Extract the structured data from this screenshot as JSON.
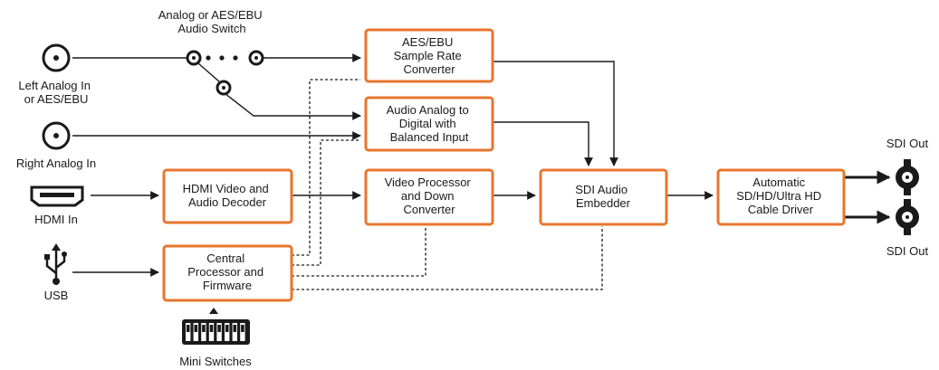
{
  "colors": {
    "box_border": "#e8762d",
    "line": "#1a1a1a",
    "background": "#ffffff"
  },
  "inputs": {
    "left_analog": [
      "Left Analog In",
      "or AES/EBU"
    ],
    "right_analog": [
      "Right Analog In"
    ],
    "hdmi": [
      "HDMI In"
    ],
    "usb": [
      "USB"
    ]
  },
  "switch_label": [
    "Analog or AES/EBU",
    "Audio Switch"
  ],
  "blocks": {
    "aes_converter": [
      "AES/EBU",
      "Sample Rate",
      "Converter"
    ],
    "audio_analog": [
      "Audio Analog to",
      "Digital with",
      "Balanced Input"
    ],
    "hdmi_decoder": [
      "HDMI Video and",
      "Audio Decoder"
    ],
    "video_processor": [
      "Video Processor",
      "and Down",
      "Converter"
    ],
    "sdi_embedder": [
      "SDI Audio",
      "Embedder"
    ],
    "cable_driver": [
      "Automatic",
      "SD/HD/Ultra HD",
      "Cable Driver"
    ],
    "central_processor": [
      "Central",
      "Processor and",
      "Firmware"
    ]
  },
  "outputs": {
    "sdi_out_1": [
      "SDI Out"
    ],
    "sdi_out_2": [
      "SDI Out"
    ]
  },
  "mini_switches": [
    "Mini Switches"
  ],
  "icons": [
    "bnc-connector-icon",
    "hdmi-port-icon",
    "usb-icon",
    "toggle-switch-icon",
    "dip-switch-icon",
    "bnc-output-icon"
  ]
}
